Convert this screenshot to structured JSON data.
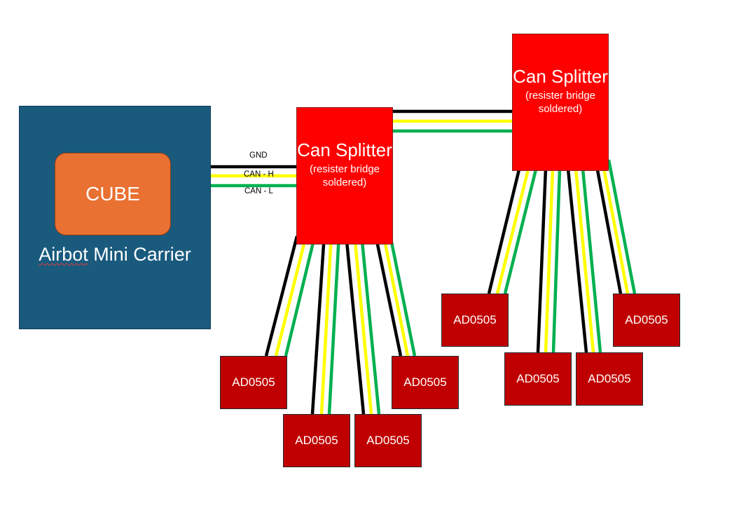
{
  "carrier": {
    "label_part1": "Airbot",
    "label_part2": " Mini Carrier",
    "cube_label": "CUBE"
  },
  "splitters": [
    {
      "title": "Can Splitter",
      "subtitle": "(resister bridge soldered)"
    },
    {
      "title": "Can Splitter",
      "subtitle": "(resister bridge soldered)"
    }
  ],
  "wire_labels": {
    "gnd": "GND",
    "can_h": "CAN - H",
    "can_l": "CAN - L"
  },
  "nodes": [
    "AD0505",
    "AD0505",
    "AD0505",
    "AD0505",
    "AD0505",
    "AD0505",
    "AD0505",
    "AD0505"
  ],
  "colors": {
    "carrier": "#195a7d",
    "cube": "#e97132",
    "splitter": "#ff0000",
    "node": "#c00000",
    "wire_gnd": "#000000",
    "wire_can_h": "#ffff00",
    "wire_can_l": "#00b050"
  }
}
